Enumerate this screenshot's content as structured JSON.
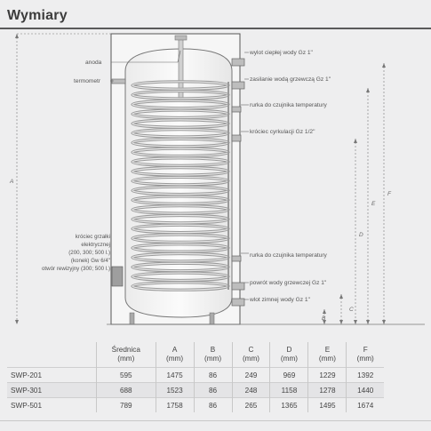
{
  "title": "Wymiary",
  "labels": {
    "anoda": "anoda",
    "termometr": "termometr",
    "wylot": "wylot ciepłej wody Gz 1\"",
    "zasilanie": "zasilanie wodą grzewczą Gz 1\"",
    "rurka1": "rurka do czujnika temperatury",
    "krociec_cyrk": "króciec cyrkulacji Gz 1/2\"",
    "grzalka_1": "króciec grzałki",
    "grzalka_2": "elektrycznej",
    "grzalka_3": "(200, 300; 500 l.)",
    "grzalka_4": "(konek) Gw 6/4\"",
    "otwor": "otwór rewizyjny (300; 500 l.)",
    "rurka2": "rurka do czujnika temperatury",
    "powrot": "powrót wody grzewczej Gz 1\"",
    "wlot": "wlot zimnej wody Gz 1\""
  },
  "dims": {
    "A": "A",
    "B": "B",
    "C": "C",
    "D": "D",
    "E": "E",
    "F": "F"
  },
  "table": {
    "headers": [
      {
        "l1": "",
        "l2": ""
      },
      {
        "l1": "Średnica",
        "l2": "(mm)"
      },
      {
        "l1": "A",
        "l2": "(mm)"
      },
      {
        "l1": "B",
        "l2": "(mm)"
      },
      {
        "l1": "C",
        "l2": "(mm)"
      },
      {
        "l1": "D",
        "l2": "(mm)"
      },
      {
        "l1": "E",
        "l2": "(mm)"
      },
      {
        "l1": "F",
        "l2": "(mm)"
      }
    ],
    "rows": [
      [
        "SWP-201",
        "595",
        "1475",
        "86",
        "249",
        "969",
        "1229",
        "1392"
      ],
      [
        "SWP-301",
        "688",
        "1523",
        "86",
        "248",
        "1158",
        "1278",
        "1440"
      ],
      [
        "SWP-501",
        "789",
        "1758",
        "86",
        "265",
        "1365",
        "1495",
        "1674"
      ]
    ]
  },
  "colors": {
    "background": "#eeeeef",
    "tank_fill": "#f8f8f8",
    "coil": "#9a9a9a",
    "lines": "#555555"
  }
}
